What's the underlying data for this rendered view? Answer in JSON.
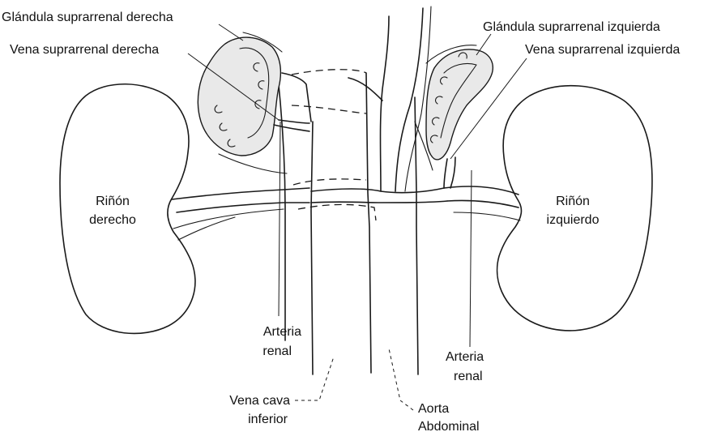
{
  "labels": {
    "right_gland": "Glándula suprarrenal derecha",
    "right_vein": "Vena suprarrenal derecha",
    "left_gland": "Glándula suprarrenal izquierda",
    "left_vein": "Vena suprarrenal izquierda",
    "right_kidney_l1": "Riñón",
    "right_kidney_l2": "derecho",
    "left_kidney_l1": "Riñón",
    "left_kidney_l2": "izquierdo",
    "right_artery_l1": "Arteria",
    "right_artery_l2": "renal",
    "left_artery_l1": "Arteria",
    "left_artery_l2": "renal",
    "vena_cava_l1": "Vena cava",
    "vena_cava_l2": "inferior",
    "aorta_l1": "Aorta",
    "aorta_l2": "Abdominal"
  }
}
